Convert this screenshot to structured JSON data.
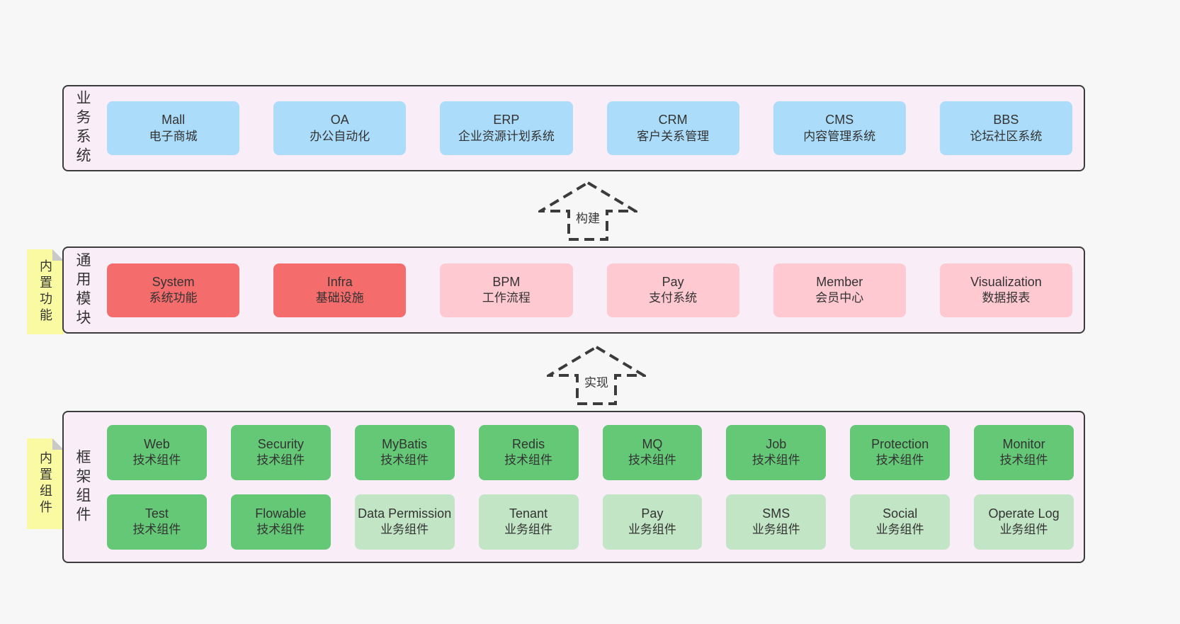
{
  "colors": {
    "page_bg": "#f7f7f7",
    "panel_bg": "#f9edf7",
    "panel_border": "#3b3b3b",
    "box_blue": "#abdcf9",
    "box_red": "#f56c6c",
    "box_pink": "#ffc9d2",
    "box_green": "#65c877",
    "box_lightgreen": "#c1e5c5",
    "sticky_bg": "#fafaa2",
    "sticky_fold": "#c9c9c9",
    "text": "#333333"
  },
  "arrows": [
    {
      "label": "构建"
    },
    {
      "label": "实现"
    }
  ],
  "layers": [
    {
      "id": "business-systems",
      "label": "业务系统",
      "sticky": null,
      "boxes": [
        {
          "name": "Mall",
          "subtitle": "电子商城",
          "type": "blue"
        },
        {
          "name": "OA",
          "subtitle": "办公自动化",
          "type": "blue"
        },
        {
          "name": "ERP",
          "subtitle": "企业资源计划系统",
          "type": "blue"
        },
        {
          "name": "CRM",
          "subtitle": "客户关系管理",
          "type": "blue"
        },
        {
          "name": "CMS",
          "subtitle": "内容管理系统",
          "type": "blue"
        },
        {
          "name": "BBS",
          "subtitle": "论坛社区系统",
          "type": "blue"
        }
      ]
    },
    {
      "id": "common-modules",
      "label": "通用模块",
      "sticky": "内置功能",
      "boxes": [
        {
          "name": "System",
          "subtitle": "系统功能",
          "type": "red"
        },
        {
          "name": "Infra",
          "subtitle": "基础设施",
          "type": "red"
        },
        {
          "name": "BPM",
          "subtitle": "工作流程",
          "type": "pink"
        },
        {
          "name": "Pay",
          "subtitle": "支付系统",
          "type": "pink"
        },
        {
          "name": "Member",
          "subtitle": "会员中心",
          "type": "pink"
        },
        {
          "name": "Visualization",
          "subtitle": "数据报表",
          "type": "pink"
        }
      ]
    },
    {
      "id": "framework-components",
      "label": "框架组件",
      "sticky": "内置组件",
      "rows": [
        [
          {
            "name": "Web",
            "subtitle": "技术组件",
            "type": "green"
          },
          {
            "name": "Security",
            "subtitle": "技术组件",
            "type": "green"
          },
          {
            "name": "MyBatis",
            "subtitle": "技术组件",
            "type": "green"
          },
          {
            "name": "Redis",
            "subtitle": "技术组件",
            "type": "green"
          },
          {
            "name": "MQ",
            "subtitle": "技术组件",
            "type": "green"
          },
          {
            "name": "Job",
            "subtitle": "技术组件",
            "type": "green"
          },
          {
            "name": "Protection",
            "subtitle": "技术组件",
            "type": "green"
          },
          {
            "name": "Monitor",
            "subtitle": "技术组件",
            "type": "green"
          }
        ],
        [
          {
            "name": "Test",
            "subtitle": "技术组件",
            "type": "green"
          },
          {
            "name": "Flowable",
            "subtitle": "技术组件",
            "type": "green"
          },
          {
            "name": "Data Permission",
            "subtitle": "业务组件",
            "type": "lightgreen"
          },
          {
            "name": "Tenant",
            "subtitle": "业务组件",
            "type": "lightgreen"
          },
          {
            "name": "Pay",
            "subtitle": "业务组件",
            "type": "lightgreen"
          },
          {
            "name": "SMS",
            "subtitle": "业务组件",
            "type": "lightgreen"
          },
          {
            "name": "Social",
            "subtitle": "业务组件",
            "type": "lightgreen"
          },
          {
            "name": "Operate Log",
            "subtitle": "业务组件",
            "type": "lightgreen"
          }
        ]
      ]
    }
  ]
}
